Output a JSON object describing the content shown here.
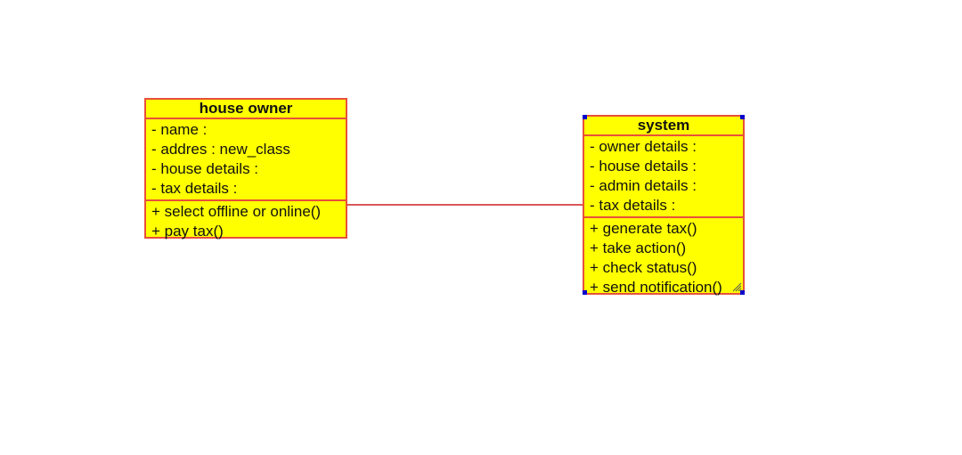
{
  "diagram": {
    "classes": [
      {
        "id": "house_owner",
        "name": "house owner",
        "attributes": [
          "- name :",
          "- addres : new_class",
          "- house details :",
          "- tax details :"
        ],
        "operations": [
          "+ select offline or online()",
          "+ pay tax()"
        ]
      },
      {
        "id": "system",
        "name": "system",
        "selected": true,
        "attributes": [
          "- owner details :",
          "- house details :",
          "- admin details :",
          "- tax details :"
        ],
        "operations": [
          "+ generate tax()",
          "+ take action()",
          "+ check status()",
          "+ send notification()"
        ]
      }
    ],
    "associations": [
      {
        "from": "house_owner",
        "to": "system",
        "type": "association"
      }
    ]
  },
  "colors": {
    "class_fill": "#ffff00",
    "class_border": "#e8503a",
    "association_line": "#cc2222",
    "selection_handle": "#0000cc",
    "background": "#ffffff"
  }
}
